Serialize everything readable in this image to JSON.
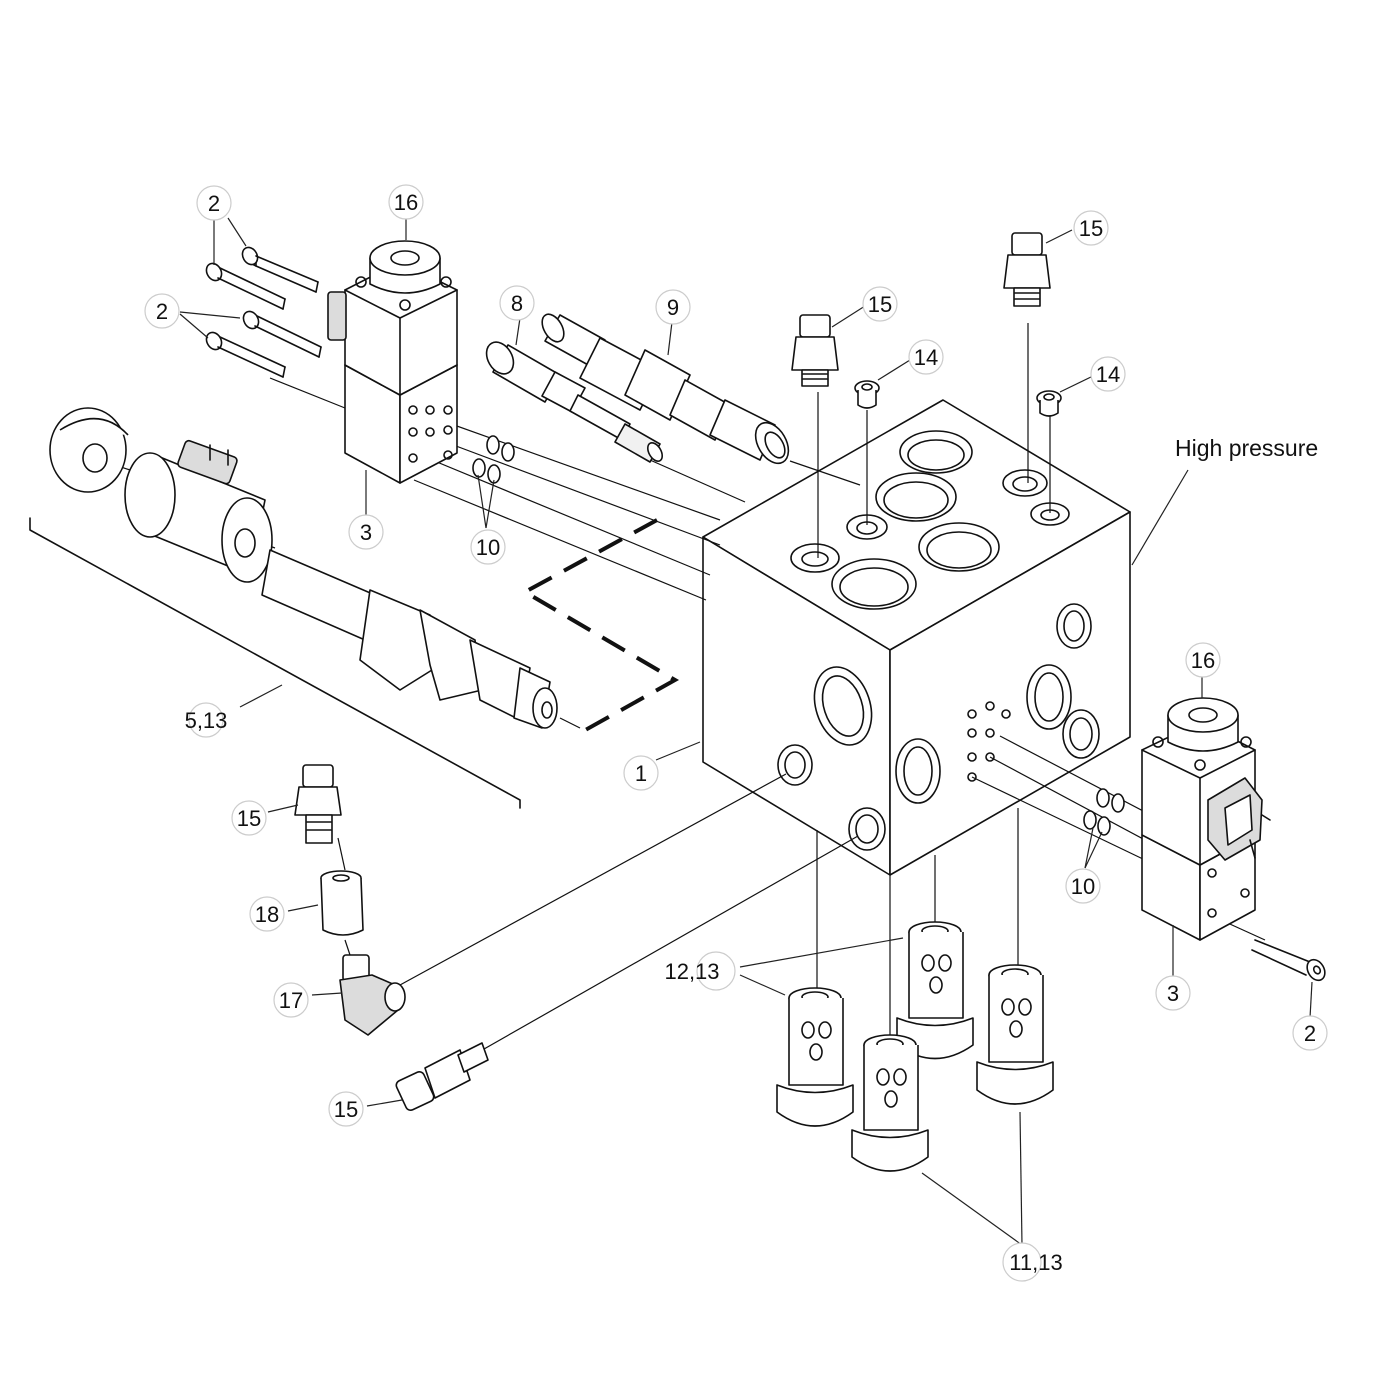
{
  "callouts": {
    "c2a": "2",
    "c16a": "16",
    "c2b": "2",
    "c8": "8",
    "c9": "9",
    "c15a": "15",
    "c15b": "15",
    "c14a": "14",
    "c14b": "14",
    "c3a": "3",
    "c10a": "10",
    "c513": "5,13",
    "c1": "1",
    "c16b": "16",
    "c10b": "10",
    "c15c": "15",
    "c18": "18",
    "c17": "17",
    "c15d": "15",
    "c1213": "12,13",
    "c3b": "3",
    "c2c": "2",
    "c1113": "11,13"
  },
  "labels": {
    "high_pressure": "High pressure"
  }
}
